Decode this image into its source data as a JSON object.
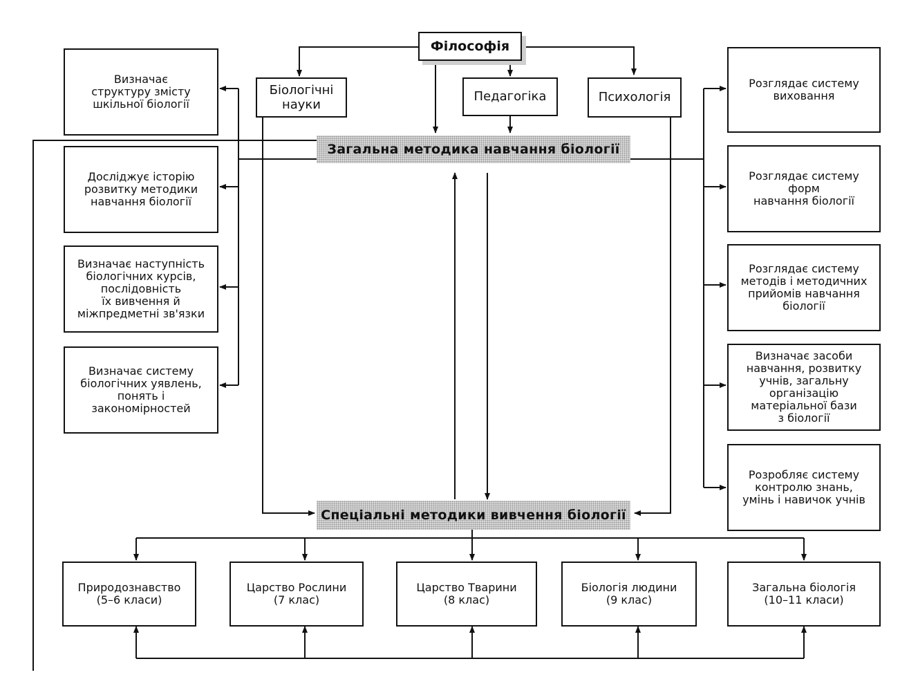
{
  "top": {
    "philosophy": "Філософія",
    "sciences": [
      {
        "label": "Біологічні\nнауки"
      },
      {
        "label": "Педагогіка"
      },
      {
        "label": "Психологія"
      }
    ]
  },
  "general_method": "Загальна методика навчання біології",
  "special_methods": "Спеціальні методики вивчення біології",
  "left_functions": [
    {
      "label": "Визначає\nструктуру змісту\nшкільної біології"
    },
    {
      "label": "Досліджує історію\nрозвитку методики\nнавчання біології"
    },
    {
      "label": "Визначає наступність\nбіологічних курсів,\nпослідовність\nїх вивчення й\nміжпредметні зв'язки"
    },
    {
      "label": "Визначає систему\nбіологічних уявлень,\nпонять і\nзакономірностей"
    }
  ],
  "right_functions": [
    {
      "label": "Розглядає систему\nвиховання"
    },
    {
      "label": "Розглядає систему\nформ\nнавчання біології"
    },
    {
      "label": "Розглядає систему\nметодів і методичних\nприйомів навчання\nбіології"
    },
    {
      "label": "Визначає засоби\nнавчання, розвитку\nучнів, загальну\nорганізацію\nматеріальної бази\nз біології"
    },
    {
      "label": "Розробляє систему\nконтролю знань,\nумінь і навичок учнів"
    }
  ],
  "courses": [
    {
      "label": "Природознавство\n(5–6 класи)"
    },
    {
      "label": "Царство Рослини\n(7 клас)"
    },
    {
      "label": "Царство Тварини\n(8 клас)"
    },
    {
      "label": "Біологія людини\n(9 клас)"
    },
    {
      "label": "Загальна біологія\n(10–11 класи)"
    }
  ],
  "colors": {
    "line": "#111111",
    "shade": "#d8d8d8"
  }
}
